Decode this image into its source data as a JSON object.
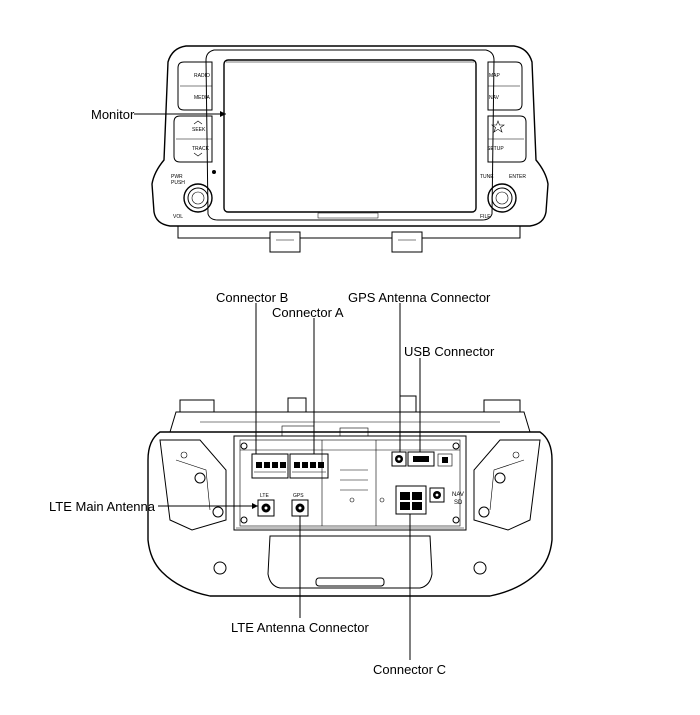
{
  "front_unit": {
    "buttons_left": [
      "RADIO",
      "MEDIA",
      "SEEK",
      "TRACK"
    ],
    "buttons_right": [
      "MAP",
      "NAV",
      "SETUP"
    ],
    "knob_left_labels": [
      "PWR",
      "PUSH",
      "VOL"
    ],
    "knob_right_labels": [
      "TUNE",
      "ENTER",
      "FILE"
    ]
  },
  "rear_unit": {
    "port_labels": [
      "LTE",
      "GPS"
    ],
    "rear_text": [
      "NAV",
      "SD"
    ]
  },
  "callouts": {
    "monitor": "Monitor",
    "connector_b": "Connector B",
    "gps_antenna_connector": "GPS Antenna Connector",
    "connector_a": "Connector A",
    "usb_connector": "USB Connector",
    "lte_main_antenna": "LTE Main Antenna",
    "lte_antenna_connector": "LTE Antenna Connector",
    "connector_c": "Connector C"
  }
}
